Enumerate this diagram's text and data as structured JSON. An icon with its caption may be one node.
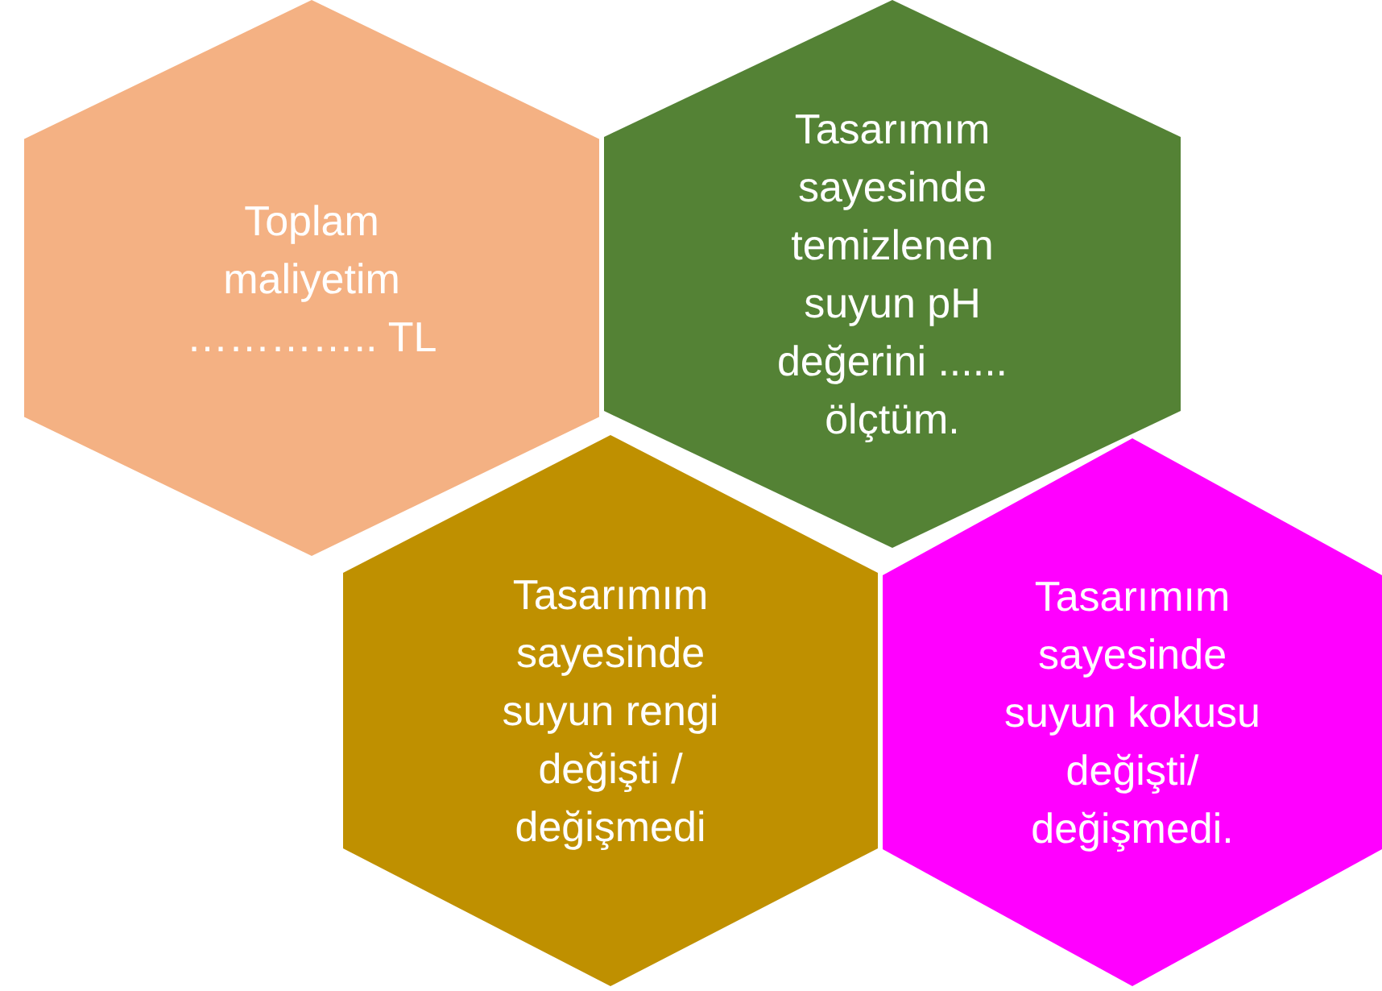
{
  "diagram": {
    "nodes": [
      {
        "text": [
          "Toplam maliyetim ………….. TL"
        ]
      },
      {
        "text": [
          "Tasarımım sayesinde temizlenen suyun pH değerini ...... ölçtüm."
        ]
      },
      {
        "text": [
          "Tasarımım sayesinde suyun rengi değişti / değişmedi"
        ]
      },
      {
        "text": [
          "Tasarımım sayesinde suyun kokusu değişti/ değişmedi."
        ]
      }
    ]
  }
}
